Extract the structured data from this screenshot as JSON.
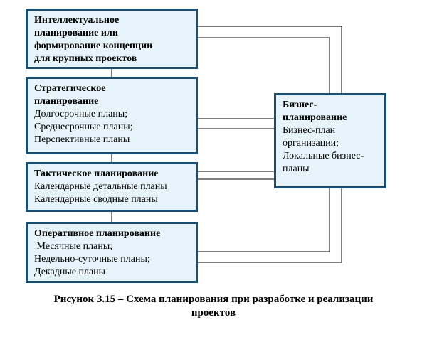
{
  "boxes": {
    "intellectual": {
      "title_lines": [
        "Интеллектуальное",
        "планирование или",
        "формирование концепции",
        "для крупных проектов"
      ]
    },
    "strategic": {
      "title_lines": [
        "Стратегическое",
        "планирование"
      ],
      "items": [
        "Долгосрочные планы;",
        "Среднесрочные планы;",
        "Перспективные планы"
      ]
    },
    "tactical": {
      "title": "Тактическое планирование",
      "items": [
        "Календарные детальные планы",
        "Календарные сводные планы"
      ]
    },
    "operational": {
      "title": "Оперативное планирование",
      "items": [
        " Месячные планы;",
        "Недельно-суточные планы;",
        "Декадные планы"
      ]
    },
    "business": {
      "title_lines": [
        "Бизнес-",
        "планирование"
      ],
      "items": [
        "Бизнес-план",
        "организации;",
        "Локальные бизнес-",
        "планы"
      ]
    }
  },
  "caption": {
    "line1": "Рисунок 3.15 –  Схема планирования при разработке и реализации",
    "line2": "проектов"
  },
  "colors": {
    "box_fill": "#e6f3fb",
    "box_border": "#1b4f72",
    "connector": "#000000"
  }
}
